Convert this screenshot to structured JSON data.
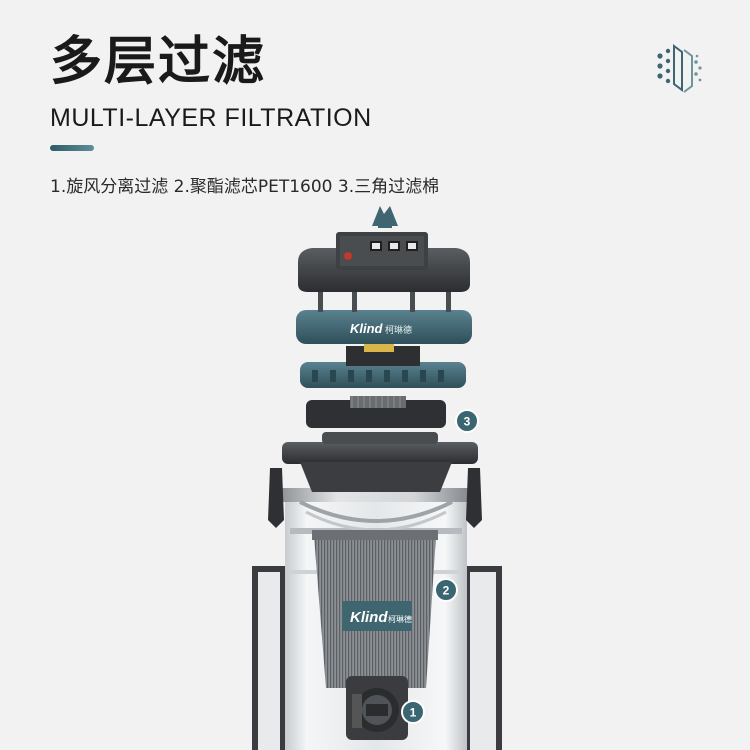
{
  "header": {
    "title": "多层过滤",
    "subtitle": "MULTI-LAYER FILTRATION",
    "description": "1.旋风分离过滤 2.聚酯滤芯PET1600 3.三角过滤棉"
  },
  "icons": {
    "top_right": "filter-layers-icon"
  },
  "product": {
    "brand_top": "Klind",
    "brand_cn_top": "柯琳德",
    "brand_filter": "Klind",
    "brand_cn_filter": "柯琳德",
    "markers": [
      "3",
      "2",
      "1"
    ]
  },
  "colors": {
    "accent": "#2d5c66",
    "teal_housing": "#3f6570",
    "marker": "#3a6672",
    "text": "#1a1a1a",
    "background": "#f2f2f2"
  }
}
